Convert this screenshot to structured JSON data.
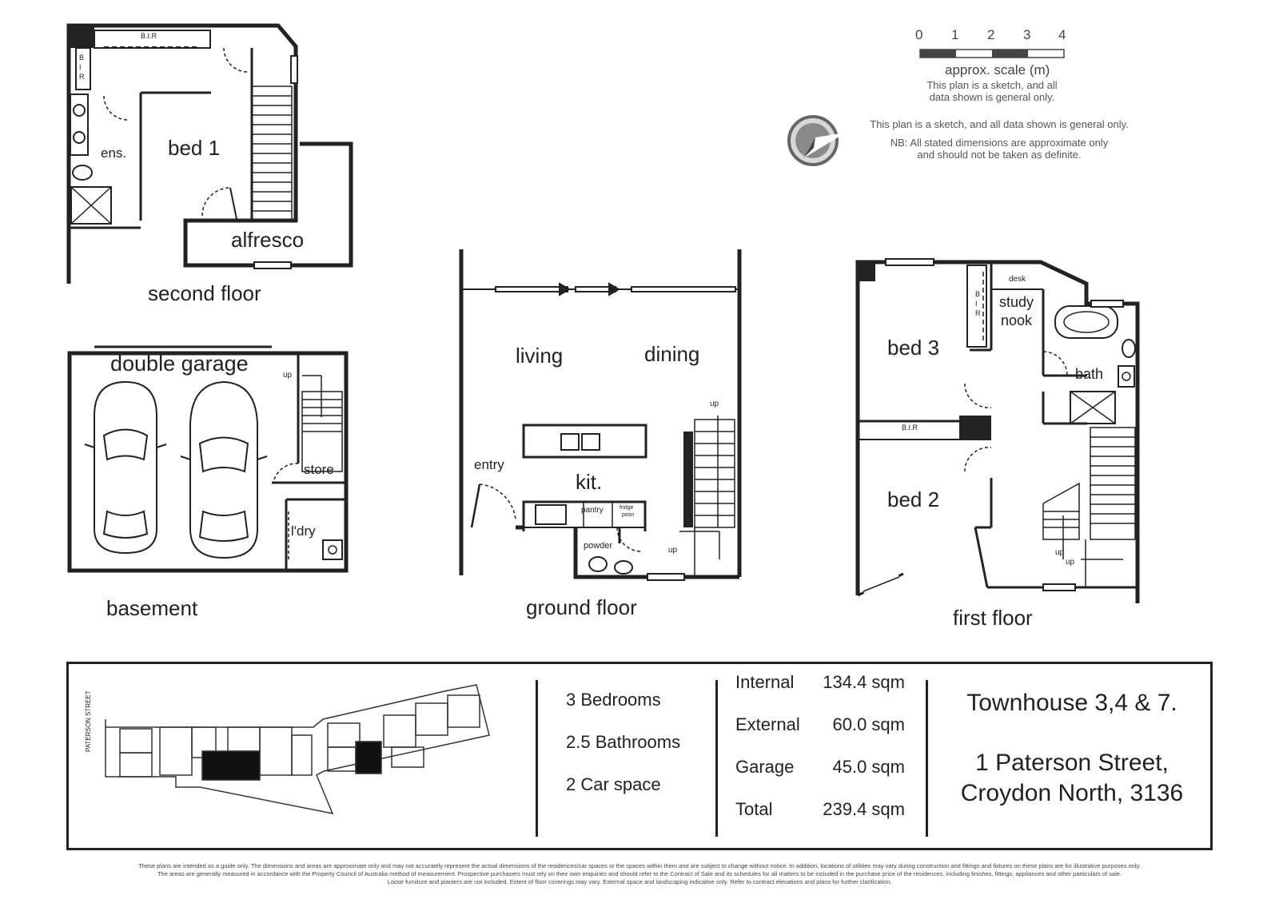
{
  "scale": {
    "ticks": [
      "0",
      "1",
      "2",
      "3",
      "4"
    ],
    "label": "approx. scale (m)",
    "note_line1": "This plan is a sketch, and all",
    "note_line2": "data shown is general only."
  },
  "compass_note": {
    "line1": "This plan is a sketch, and all data shown is general only.",
    "line2": "NB: All stated dimensions are approximate only",
    "line3": "and should not be taken as definite."
  },
  "floors": {
    "second": {
      "title": "second floor",
      "rooms": {
        "bed1": "bed 1",
        "ens": "ens.",
        "alfresco": "alfresco",
        "bir_top": "B.I.R",
        "bir_side": "B I R"
      }
    },
    "basement": {
      "title": "basement",
      "rooms": {
        "garage": "double garage",
        "store": "store",
        "ldry": "l'dry",
        "up": "up"
      }
    },
    "ground": {
      "title": "ground floor",
      "rooms": {
        "living": "living",
        "dining": "dining",
        "kit": "kit.",
        "entry": "entry",
        "pantry": "pantry",
        "fridge1": "fridge",
        "fridge2": "posn",
        "powder": "powder",
        "up1": "up",
        "up2": "up"
      }
    },
    "first": {
      "title": "first floor",
      "rooms": {
        "bed3": "bed 3",
        "bed2": "bed 2",
        "study1": "study",
        "study2": "nook",
        "desk": "desk",
        "bath": "bath",
        "bir_side": "B I R",
        "bir_mid": "B.I.R",
        "up1": "up",
        "up2": "up"
      }
    }
  },
  "site": {
    "street": "PATERSON STREET"
  },
  "stats": {
    "bedrooms": "3 Bedrooms",
    "bathrooms": "2.5 Bathrooms",
    "cars": "2 Car space"
  },
  "areas": [
    {
      "label": "Internal",
      "value": "134.4 sqm"
    },
    {
      "label": "External",
      "value": "60.0 sqm"
    },
    {
      "label": "Garage",
      "value": "45.0 sqm"
    },
    {
      "label": "Total",
      "value": "239.4 sqm"
    }
  ],
  "property": {
    "title": "Townhouse 3,4 & 7.",
    "address_line1": "1 Paterson Street,",
    "address_line2": "Croydon North, 3136"
  },
  "disclaimer": {
    "line1": "These plans are intended as a guide only. The dimensions and areas are approximate only and may not accurately represent the actual dimensions of the residences/car spaces or the spaces within them and are subject to change without notice. In addition, locations of utilities may vary during construction and fittings and fixtures on these plans are for illustrative purposes only.",
    "line2": "The areas are generally measured in accordance with the Property Council of Australia method of measurement. Prospective purchasers must rely on their own enquiries and should refer to the Contract of Sale and its schedules for all matters to be included in the purchase price of the residences, including finishes, fittings, appliances and other particulars of sale.",
    "line3": "Loose furniture and planters are not included. Extent of floor coverings may vary. External space and landscaping indicative only. Refer to contract elevations and plans for further clarification."
  },
  "colors": {
    "wall": "#222222",
    "fixture": "#555555",
    "text": "#222222"
  }
}
